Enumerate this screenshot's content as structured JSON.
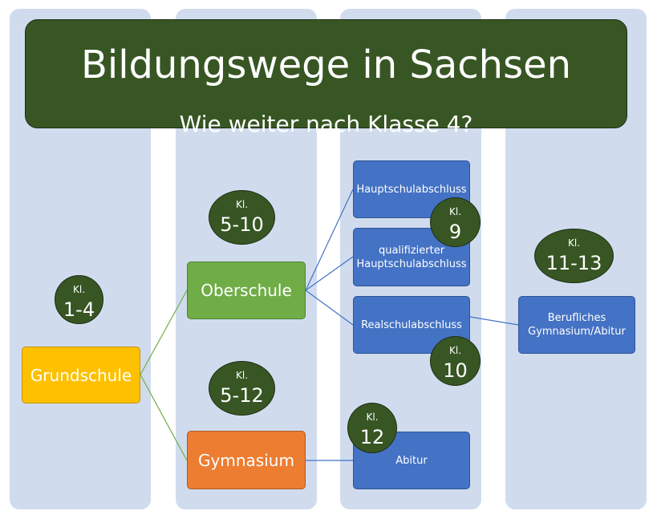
{
  "banner": {
    "title": "Bildungswege in Sachsen",
    "subtitle": "Wie weiter nach Klasse 4?"
  },
  "schools": {
    "grundschule": "Grundschule",
    "oberschule": "Oberschule",
    "gymnasium": "Gymnasium"
  },
  "degrees": {
    "hauptschul": "Hauptschulabschluss",
    "qualifiziert": "qualifizierter Hauptschulabschluss",
    "realschul": "Realschulabschluss",
    "abitur": "Abitur",
    "beruflich": "Berufliches Gymnasium/Abitur"
  },
  "grades": {
    "prefix": "Kl.",
    "g1_4": "1-4",
    "g5_10": "5-10",
    "g5_12": "5-12",
    "g9": "9",
    "g10": "10",
    "g12": "12",
    "g11_13": "11-13"
  },
  "colors": {
    "column": "#d0dcee",
    "banner": "#375623",
    "grundschule": "#ffc000",
    "oberschule": "#70ad47",
    "gymnasium": "#ed7d31",
    "degree": "#4472c4",
    "connector_green": "#70ad47",
    "connector_blue": "#4472c4"
  }
}
